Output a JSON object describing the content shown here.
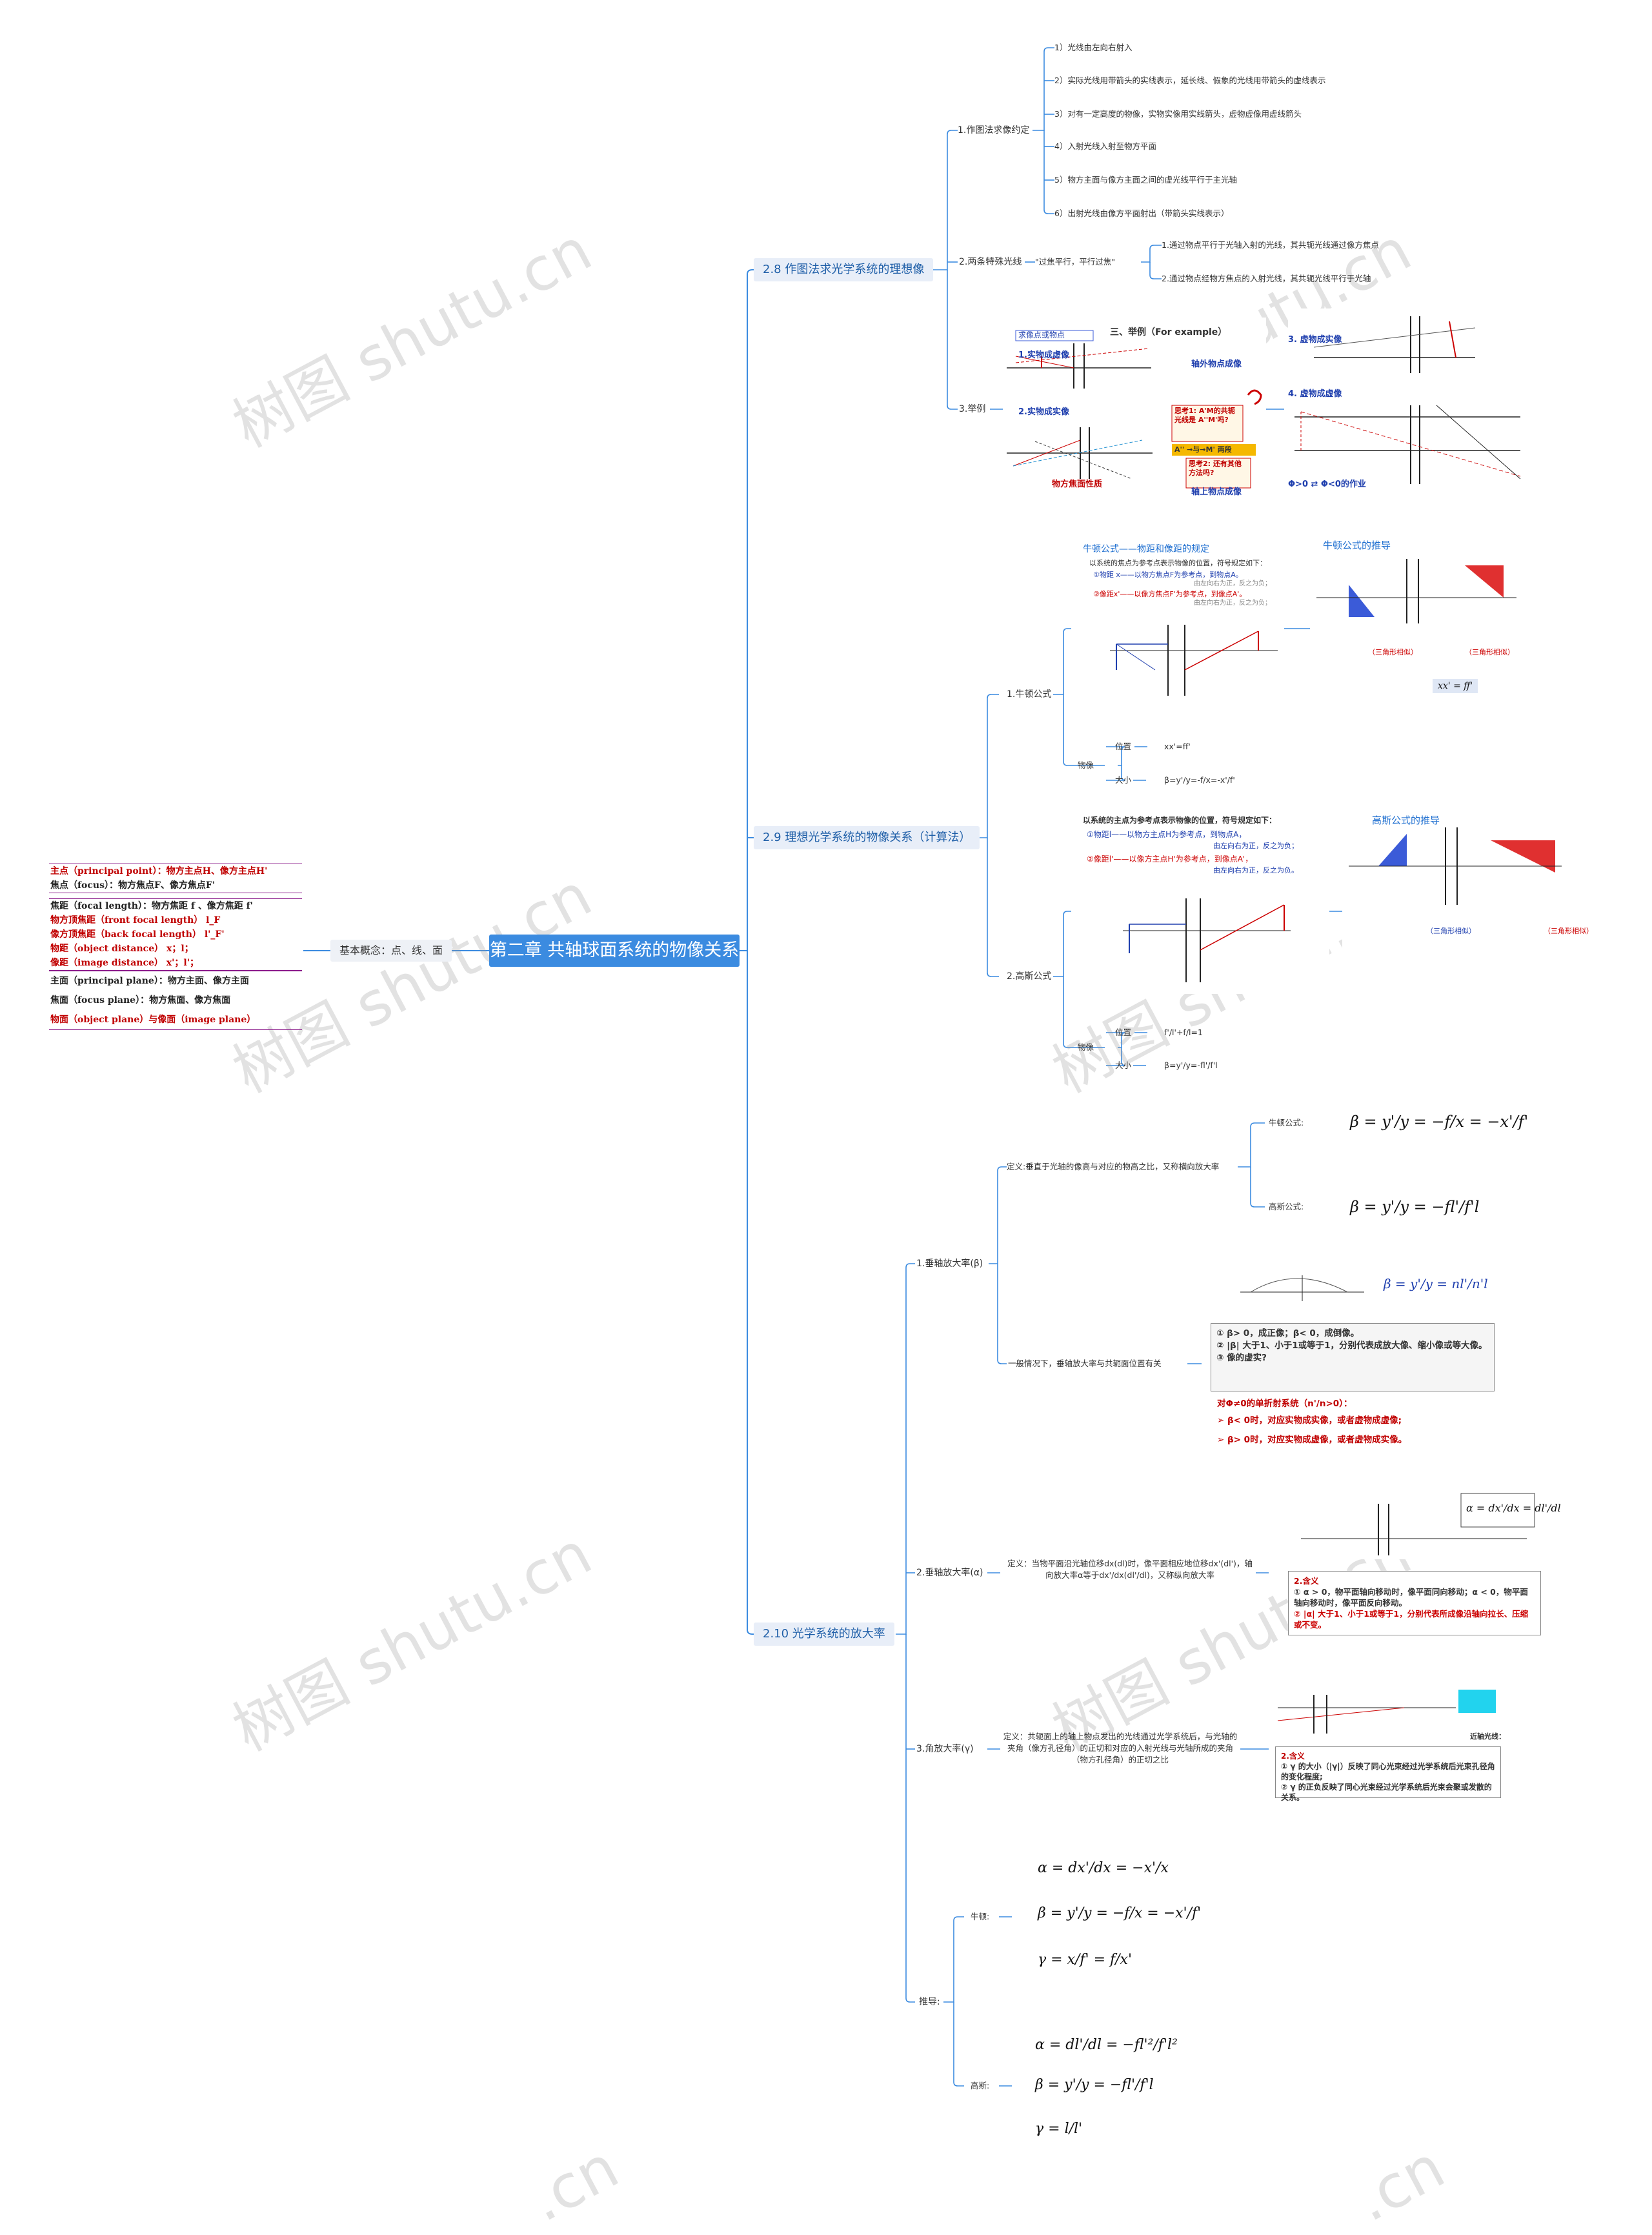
{
  "root": "第二章 共轴球面系统的物像关系",
  "left_branch": "基本概念：点、线、面",
  "left_box1": [
    "主点（principal point）：物方主点H、像方主点H'",
    "焦点（focus）：物方焦点F、像方焦点F'"
  ],
  "left_box2": [
    "焦距（focal length）：物方焦距 f 、像方焦距 f'",
    "物方顶焦距（front focal length） l_F",
    "像方顶焦距（back focal length） l'_F'",
    "物距（object distance） x；l；",
    "像距（image distance） x'；l'；"
  ],
  "left_box3": [
    "主面（principal plane）：物方主面、像方主面",
    "焦面（focus plane）：物方焦面、像方焦面",
    "物面（object plane）与像面（image plane）"
  ],
  "b1": {
    "title": "2.8 作图法求光学系统的理想像",
    "s1": "1.作图法求像约定",
    "s1_items": [
      "1）光线由左向右射入",
      "2）实际光线用带箭头的实线表示，延长线、假象的光线用带箭头的虚线表示",
      "3）对有一定高度的物像，实物实像用实线箭头，虚物虚像用虚线箭头",
      "4）入射光线入射至物方平面",
      "5）物方主面与像方主面之间的虚光线平行于主光轴",
      "6）出射光线由像方平面射出（带箭头实线表示）"
    ],
    "s2": "2.两条特殊光线",
    "s2_mid": "\"过焦平行，平行过焦\"",
    "s2_items": [
      "1.通过物点平行于光轴入射的光线，其共轭光线通过像方焦点",
      "2.通过物点经物方焦点的入射光线，其共轭光线平行于光轴"
    ],
    "s3": "3.举例",
    "ex": {
      "tag": "求像点或物点",
      "head": "三、举例（For example）",
      "a": "1.实物成虚像",
      "b": "轴外物点成像",
      "c": "2.实物成实像",
      "d": "物方焦面性质",
      "e": "轴上物点成像",
      "f": "3. 虚物成实像",
      "g": "4. 虚物成虚像",
      "h": "Φ>0 ⇄ Φ<0的作业",
      "q1": "思考1: A'M的共轭光线是 A''M'吗?",
      "q2": "A'' →与→M' 两段",
      "q3": "思考2: 还有其他方法吗?"
    }
  },
  "b2": {
    "title": "2.9 理想光学系统的物像关系（计算法）",
    "s1": "1.牛顿公式",
    "newton_title": "牛顿公式——物距和像距的规定",
    "newton_lines": [
      "以系统的焦点为参考点表示物像的位置，符号规定如下：",
      "①物距 x——以物方焦点F为参考点，到物点A。",
      "由左向右为正，反之为负；",
      "②像距x'——以像方焦点F'为参考点，到像点A'。",
      "由左向右为正，反之为负；"
    ],
    "newton_derive": "牛顿公式的推导",
    "newton_sim": "（三角形相似）",
    "s1_img": "物像",
    "s1_pos": "位置",
    "s1_pos_v": "xx'=ff'",
    "s1_size": "大小",
    "s1_size_v": "β=y'/y=-f/x=-x'/f'",
    "s2": "2.高斯公式",
    "gauss_lines": [
      "以系统的主点为参考点表示物像的位置，符号规定如下：",
      "①物距l——以物方主点H为参考点，到物点A，",
      "由左向右为正，反之为负；",
      "②像距l'——以像方主点H'为参考点，到像点A'，",
      "由左向右为正，反之为负。"
    ],
    "gauss_derive": "高斯公式的推导",
    "s2_img": "物像",
    "s2_pos": "位置",
    "s2_pos_v": "f'/l'+f/l=1",
    "s2_size": "大小",
    "s2_size_v": "β=y'/y=-fl'/f'l"
  },
  "b3": {
    "title": "2.10 光学系统的放大率",
    "s1": "1.垂轴放大率(β)",
    "s1_def": "定义:垂直于光轴的像高与对应的物高之比，又称横向放大率",
    "s1_newton": "牛顿公式:",
    "s1_gauss": "高斯公式:",
    "s1_general": "一般情况下，垂轴放大率与共轭面位置有关",
    "beta_box": [
      "①  β> 0，成正像；β< 0，成倒像。",
      "② |β| 大于1、小于1或等于1，分别代表成放大像、缩小像或等大像。",
      "③  像的虚实?"
    ],
    "beta_red": [
      "对Φ≠0的单折射系统（n'/n>0）：",
      "➢ β< 0时，对应实物成实像，或者虚物成虚像;",
      "➢ β> 0时，对应实物成虚像，或者虚物成实像。"
    ],
    "s2": "2.垂轴放大率(α)",
    "s2_def": "定义：当物平面沿光轴位移dx(dl)时，像平面相应地位移dx'(dl')，轴向放大率α等于dx'/dx(dl'/dl)，又称纵向放大率",
    "alpha_box": [
      "2.含义",
      "① α > 0，物平面轴向移动时，像平面同向移动；α < 0，物平面轴向移动时，像平面反向移动。",
      "② |α| 大于1、小于1或等于1，分别代表所成像沿轴向拉长、压缩或不变。"
    ],
    "s3": "3.角放大率(γ)",
    "s3_def": "定义：共轭面上的轴上物点发出的光线通过光学系统后，与光轴的夹角（像方孔径角）的正切和对应的入射光线与光轴所成的夹角（物方孔径角）的正切之比",
    "gamma_box": [
      "2.含义",
      "① γ 的大小（|γ|）反映了同心光束经过光学系统后光束孔径角的变化程度;",
      "② γ 的正负反映了同心光束经过光学系统后光束会聚或发散的关系。"
    ],
    "gamma_near": "近轴光线：",
    "s4": "推导:",
    "s4_newton": "牛顿:",
    "s4_gauss": "高斯:"
  },
  "watermark": "树图 shutu.cn",
  "watermark_cut": ".cn"
}
